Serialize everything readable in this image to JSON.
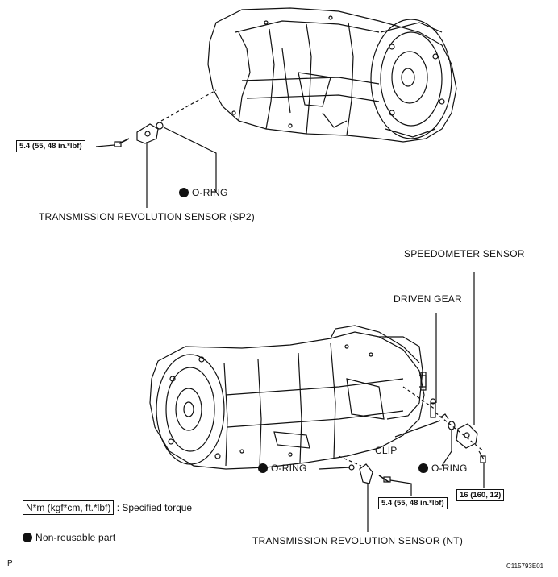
{
  "labels": {
    "o_ring_top": "O-RING",
    "sp2_sensor": "TRANSMISSION REVOLUTION SENSOR (SP2)",
    "speedometer_sensor": "SPEEDOMETER SENSOR",
    "driven_gear": "DRIVEN GEAR",
    "clip": "CLIP",
    "o_ring_left": "O-RING",
    "o_ring_right": "O-RING",
    "nt_sensor": "TRANSMISSION REVOLUTION SENSOR (NT)"
  },
  "torque": {
    "sp2_bolt": "5.4 (55, 48 in.*lbf)",
    "speedometer_bolt": "16 (160, 12)",
    "nt_bolt": "5.4 (55, 48 in.*lbf)"
  },
  "legend": {
    "torque_unit": "N*m (kgf*cm, ft.*lbf)",
    "torque_desc": ": Specified torque",
    "non_reusable": "Non-reusable part"
  },
  "footer": {
    "left_mark": "P",
    "figure_id": "C115793E01"
  }
}
